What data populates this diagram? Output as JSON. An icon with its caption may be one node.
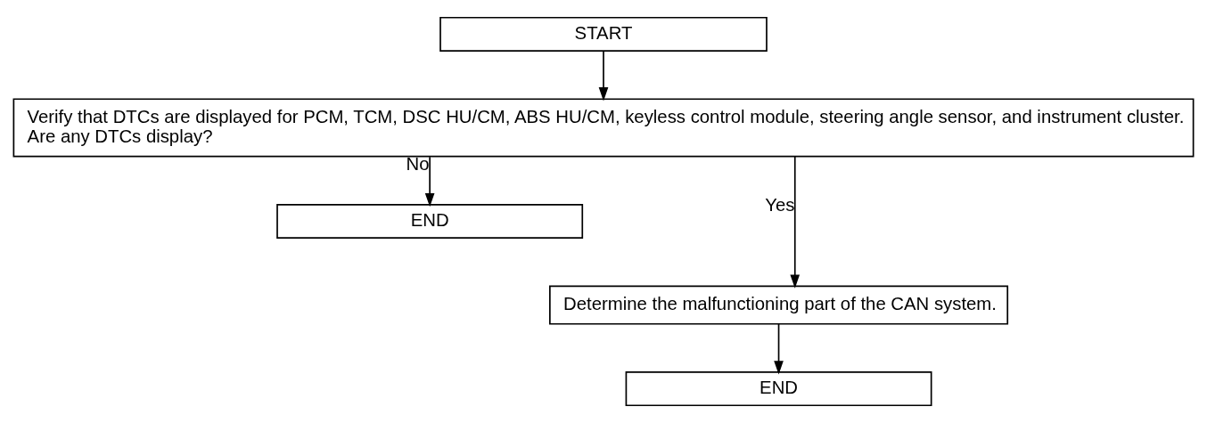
{
  "diagram": {
    "nodes": [
      {
        "text": [
          "START"
        ]
      },
      {
        "text": [
          "Verify that DTCs are displayed for PCM, TCM, DSC HU/CM, ABS HU/CM, keyless control module, steering angle sensor, and instrument cluster.",
          "Are any DTCs display?"
        ]
      },
      {
        "text": [
          "END"
        ]
      },
      {
        "text": [
          "Determine the malfunctioning part of the CAN system."
        ]
      },
      {
        "text": [
          "END"
        ]
      }
    ],
    "edges": [
      {
        "from": 0,
        "to": 1,
        "arrow": "to"
      },
      {
        "from": 1,
        "to": 3,
        "arrow": "to",
        "label": "Yes"
      },
      {
        "from": 1,
        "to": 2,
        "arrow": "to",
        "label": "No"
      },
      {
        "from": 3,
        "to": 4,
        "arrow": "to"
      }
    ]
  }
}
